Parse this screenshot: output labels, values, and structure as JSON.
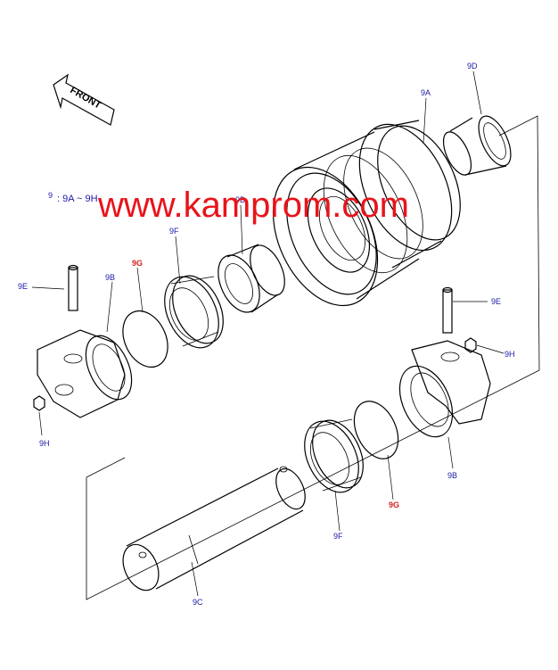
{
  "watermark": "www.kamprom.com",
  "front_label": "FRONT",
  "legend": {
    "ref": "9",
    "text": ": 9A ~ 9H"
  },
  "callouts": {
    "roller_body": "9A",
    "collar_top": "9D",
    "collar_mid": "9D",
    "bracket_left": "9B",
    "bracket_right": "9B",
    "pin_left": "9E",
    "pin_right": "9E",
    "seal_left": "9F",
    "seal_right": "9F",
    "oring_left": "9G",
    "oring_right": "9G",
    "bolt_left": "9H",
    "bolt_right": "9H",
    "shaft": "9C"
  },
  "colors": {
    "callout": "#1a1aa6",
    "callout_highlight": "#d42020",
    "watermark": "#e8141b"
  }
}
